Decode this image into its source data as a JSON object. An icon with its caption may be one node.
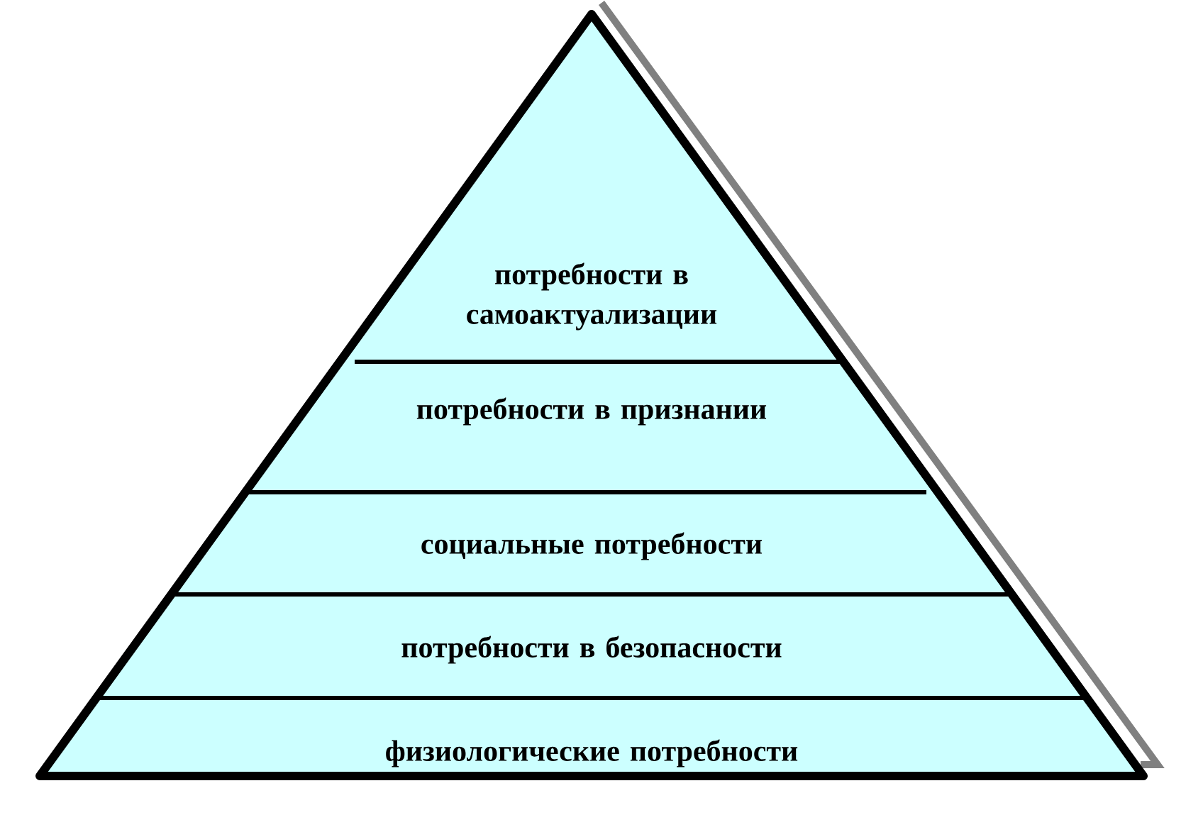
{
  "diagram": {
    "nodes": [
      {
        "text": [
          "потребности в самоактуализации"
        ]
      },
      {
        "text": [
          "потребности в признании"
        ]
      },
      {
        "text": [
          "социальные потребности"
        ]
      },
      {
        "text": [
          "потребности в безопасности"
        ]
      },
      {
        "text": [
          "физиологические потребности"
        ]
      }
    ]
  }
}
